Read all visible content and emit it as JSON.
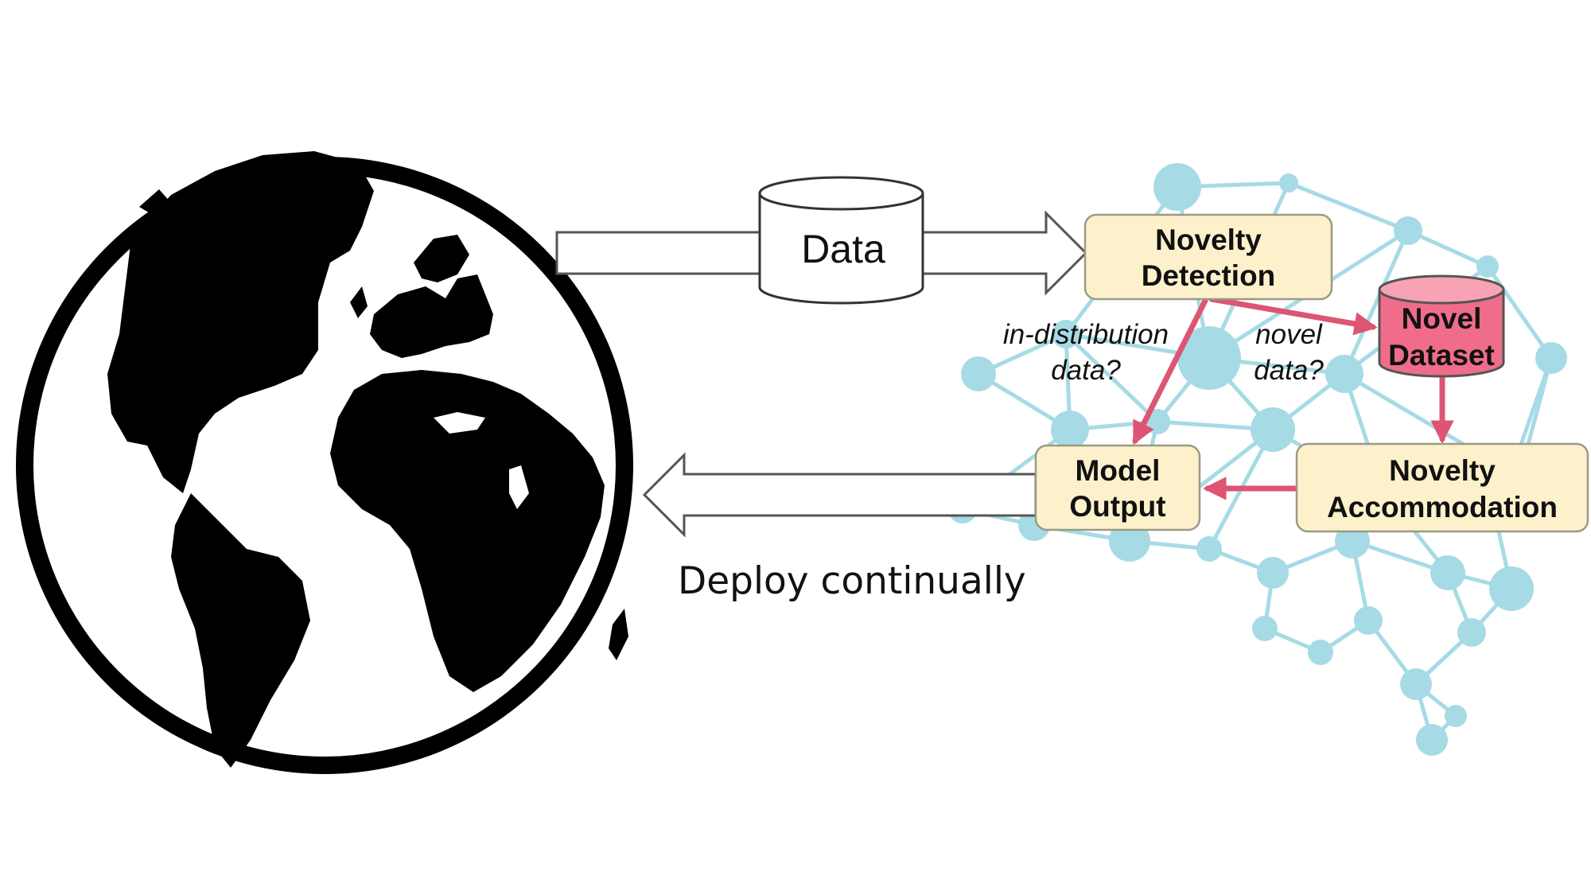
{
  "nodes": {
    "data_store": "Data",
    "novelty_detection": [
      "Novelty",
      "Detection"
    ],
    "novel_dataset": [
      "Novel",
      "Dataset"
    ],
    "novelty_accommodation": [
      "Novelty",
      "Accommodation"
    ],
    "model_output": [
      "Model",
      "Output"
    ]
  },
  "edge_labels": {
    "in_distribution": [
      "in-distribution",
      "data?"
    ],
    "novel": [
      "novel",
      "data?"
    ]
  },
  "deploy_label": "Deploy continually",
  "icons": [
    "globe-icon",
    "neural-network-brain-icon"
  ],
  "colors": {
    "node_fill": "#fdf1cc",
    "node_stroke": "#9a9a86",
    "accent": "#dd5573",
    "dataset_fill": "#ef6d8a",
    "network": "#a6dbe5"
  }
}
